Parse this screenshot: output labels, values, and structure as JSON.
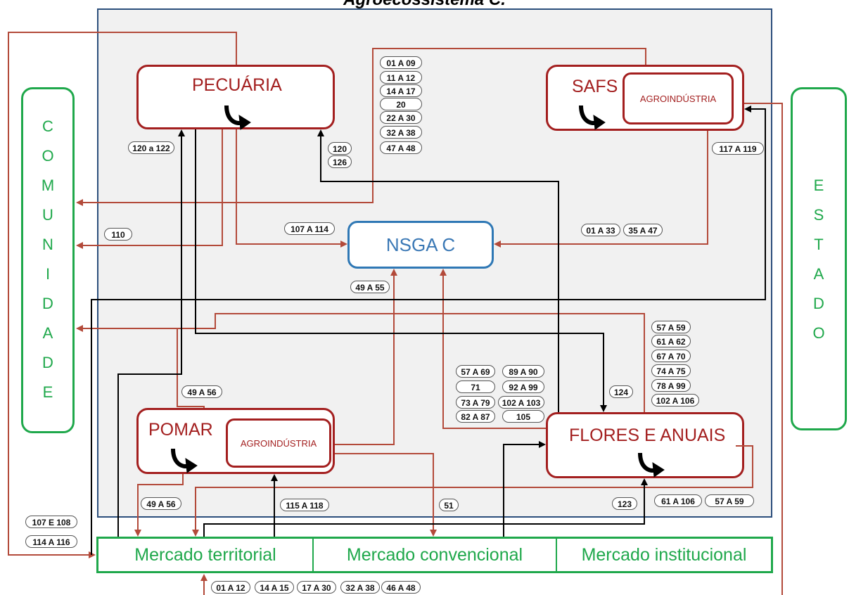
{
  "title": "Agroecossistema C.",
  "nodes": {
    "pecuaria": "PECUÁRIA",
    "safs": "SAFS",
    "safs_agro": "AGROINDÚSTRIA",
    "pomar": "POMAR",
    "pomar_agro": "AGROINDÚSTRIA",
    "flores": "FLORES E ANUAIS",
    "nsga": "NSGA C"
  },
  "comunidade": [
    "C",
    "O",
    "M",
    "U",
    "N",
    "I",
    "D",
    "A",
    "D",
    "E"
  ],
  "estado": [
    "E",
    "S",
    "T",
    "A",
    "D",
    "O"
  ],
  "markets": {
    "territorial": "Mercado territorial",
    "convencional": "Mercado convencional",
    "institucional": "Mercado institucional"
  },
  "labels": {
    "pec_left": "120 a 122",
    "pec_right_1": "120",
    "pec_right_2": "126",
    "safs_stack": [
      "01 A 09",
      "11 A 12",
      "14 A 17",
      "20",
      "22 A 30",
      "32 A 38",
      "47 A 48"
    ],
    "safs_right": "117 A 119",
    "nsga_in_1": "01 A 33",
    "nsga_in_2": "35 A 47",
    "pec_nsga": "107 A 114",
    "com_110": "110",
    "pomar_nsga": "49 A 55",
    "flores_nsga_a": [
      "57 A 69",
      "71",
      "73 A 79",
      "82 A 87"
    ],
    "flores_nsga_b": [
      "89 A 90",
      "92 A 99",
      "102 A 103",
      "105"
    ],
    "flores_com": [
      "57 A 59",
      "61 A 62",
      "67 A 70",
      "74 A 75",
      "78 A 99",
      "102 A 106"
    ],
    "flores_124": "124",
    "pomar_com": "49 A 56",
    "pomar_mkt": "49 A 56",
    "pomar_115": "115 A 118",
    "pomar_51": "51",
    "flores_123": "123",
    "flores_61": "61 A 106",
    "flores_57": "57 A 59",
    "com_107": "107 E 108",
    "com_114": "114 A 116",
    "bottom": [
      "01 A 12",
      "14 A 15",
      "17 A 30",
      "32 A 38",
      "46 A 48"
    ]
  },
  "colors": {
    "red": "#a31f1f",
    "flow_red": "#b34a3a",
    "green": "#1fa84b",
    "blue": "#2f78b5",
    "frame": "#2c4f7c",
    "bg": "#f1f1f1"
  }
}
